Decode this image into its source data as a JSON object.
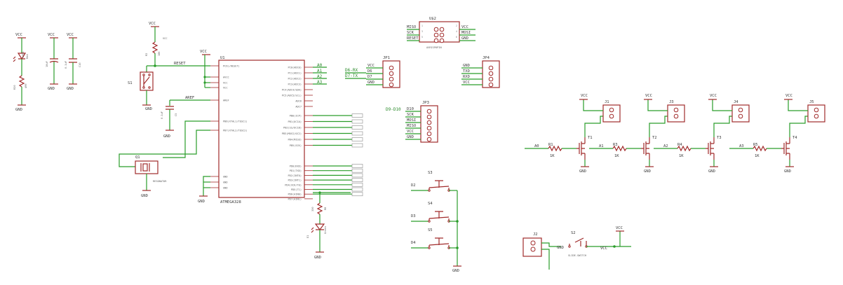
{
  "colors": {
    "wire": "#2a9d2a",
    "outline": "#a12b2b",
    "text": "#3a3a3a",
    "background": "#ffffff"
  },
  "power": {
    "vcc": "VCC",
    "gnd": "GND"
  },
  "power_led": {
    "ref": "LED1",
    "type": "Red",
    "resistor_ref": "R20",
    "resistor_value": "499"
  },
  "caps": {
    "c_a_value": "10uF",
    "c_b_value": "0.1uF",
    "c_c_ref": "C10"
  },
  "reset_circuit": {
    "resistor_ref": "R2",
    "resistor_value": "10K",
    "vcc_label": "VCC",
    "button_ref": "S1",
    "reset_label": "RESET",
    "aref_label": "AREF",
    "aref_cap": "0.1uF",
    "aref_cap_ref": "C5"
  },
  "mcu": {
    "ref": "U1",
    "part": "ATMEGA328",
    "nets_right": [
      "A0",
      "A1",
      "A2",
      "A3"
    ],
    "left_pins": [
      "PC6(/RESET)",
      "AVCC",
      "VCC",
      "VCC",
      "AREF",
      "PB6(XTAL1/TOSC1)",
      "PB7(XTAL2/TOSC2)",
      "GND",
      "GND",
      "GND"
    ],
    "right_pins": [
      "PC0(ADC0)",
      "PC1(ADC1)",
      "PC2(ADC2)",
      "PC3(ADC3)",
      "PC4(ADC4/SDA)",
      "PC5(ADC5/SCL)",
      "ADC6",
      "ADC7",
      "PB0(ICP)",
      "PB1(OC1A)",
      "PB2(SS/OC1B)",
      "PB3(MOSI/OC2)",
      "PB4(MISO)",
      "PB5(SCK)",
      "PD0(RXD)",
      "PD1(TXD)",
      "PD2(INT0)",
      "PD3(INT1)",
      "PD4(XCK/T0)",
      "PD5(T1)",
      "PD6(AIN0)",
      "PD7(AIN1)"
    ]
  },
  "resonator": {
    "ref": "Q1",
    "label": "RESONATOR"
  },
  "status_led": {
    "resistor_ref": "R8",
    "resistor_value": "330",
    "led_ref": "D1",
    "led_type": "Green"
  },
  "icsp": {
    "ref": "U$2",
    "label": "AVRISP6PIN",
    "left": [
      "MISO",
      "SCK",
      "RESET"
    ],
    "right": [
      "VCC",
      "MOSI",
      "GND"
    ],
    "pins_left": [
      "1",
      "3",
      "5"
    ],
    "pins_right": [
      "2",
      "4",
      "6"
    ]
  },
  "jp1": {
    "ref": "JP1",
    "pins": [
      "VCC",
      "D6",
      "D7",
      "GND"
    ],
    "nets": [
      "D6-RX",
      "D7-TX"
    ]
  },
  "jp4": {
    "ref": "JP4",
    "pins": [
      "GND",
      "TXD",
      "RXD",
      "VCC"
    ]
  },
  "jp3": {
    "ref": "JP3",
    "net": "D9-D10",
    "pins": [
      "D10",
      "SCK",
      "MOSI",
      "MISO",
      "VCC",
      "GND"
    ]
  },
  "buttons": [
    {
      "ref": "S3",
      "net": "D2"
    },
    {
      "ref": "S4",
      "net": "D3"
    },
    {
      "ref": "S5",
      "net": "D4"
    }
  ],
  "drivers": [
    {
      "header": "J1",
      "transistor": "T1",
      "resistor": "R1",
      "value": "1K",
      "net": "A0"
    },
    {
      "header": "J3",
      "transistor": "T2",
      "resistor": "R3",
      "value": "1K",
      "net": "A1"
    },
    {
      "header": "J4",
      "transistor": "T3",
      "resistor": "R4",
      "value": "1K",
      "net": "A2"
    },
    {
      "header": "J5",
      "transistor": "T4",
      "resistor": "R5",
      "value": "1K",
      "net": "A3"
    }
  ],
  "power_input": {
    "jack": "J2",
    "switch_ref": "S2",
    "switch_label": "SLIDE-SWITCH",
    "gnd": "GND",
    "vcc": "VCC"
  }
}
